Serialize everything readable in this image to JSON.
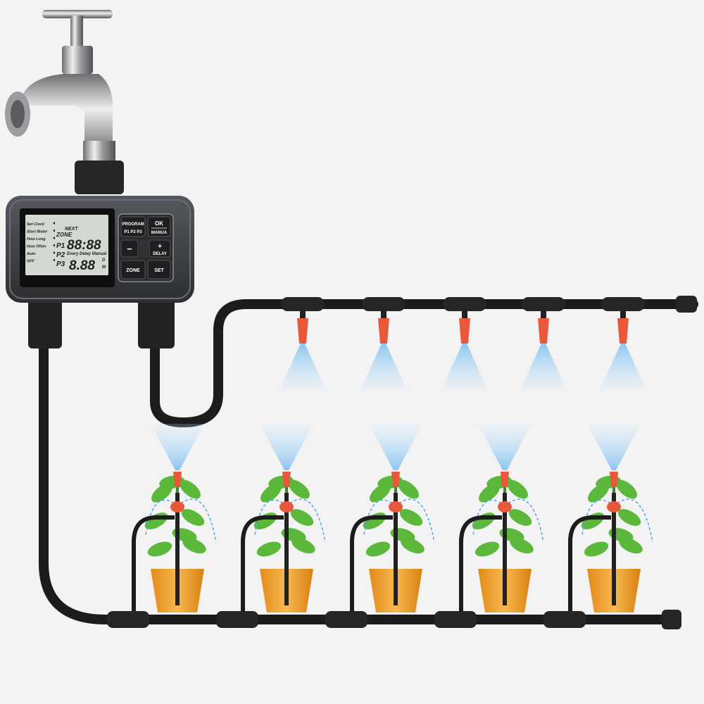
{
  "controller": {
    "lcd": {
      "menu": [
        "Set Clock",
        "Start Water",
        "How Long",
        "How Often",
        "Auto",
        "OFF"
      ],
      "next": "NEXT",
      "zone": "ZONE",
      "p1": "P1",
      "p2": "P2",
      "p3": "P3",
      "time": "88:88",
      "modes": "Every  Delay  Manual",
      "duration": "8.88",
      "unit_d": "D",
      "unit_m": "M"
    },
    "buttons": {
      "program": "PROGRAM",
      "program_sub": "P1 P2 P3",
      "ok": "OK",
      "ok_sub": "MANUA",
      "minus": "−",
      "plus": "+",
      "delay": "DELAY",
      "zone": "ZONE",
      "set": "SET"
    }
  },
  "colors": {
    "hose": "#1c1c1c",
    "controller_body": "#3a3c40",
    "lcd": "#d6dad6",
    "dripper": "#e8583a",
    "spray": "#9fd0f2",
    "pot": "#f0a030",
    "leaf": "#5cb83a"
  },
  "scene": {
    "top_drippers": 5,
    "potted_plants": 5
  }
}
